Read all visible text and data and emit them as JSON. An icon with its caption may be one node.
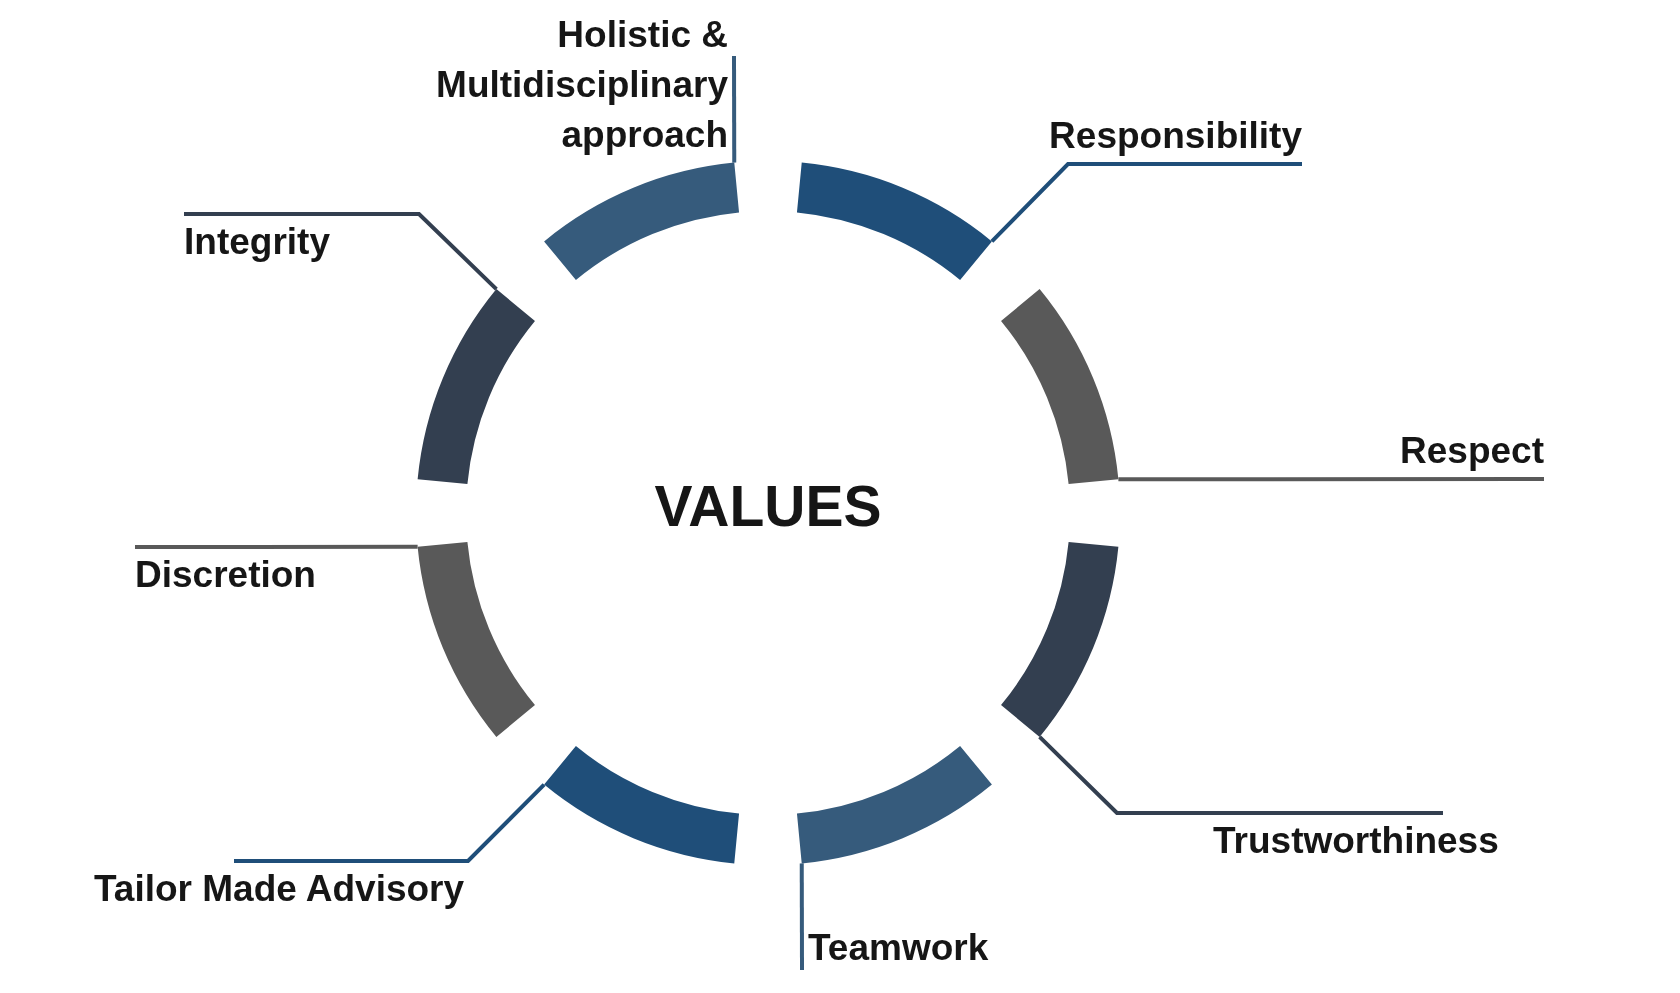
{
  "diagram": {
    "title": "VALUES",
    "nodes": [
      {
        "text": [
          "Holistic & Multidisciplinary approach"
        ]
      },
      {
        "text": [
          "Responsibility"
        ]
      },
      {
        "text": [
          "Integrity"
        ]
      },
      {
        "text": [
          "Respect"
        ]
      },
      {
        "text": [
          "Discretion"
        ]
      },
      {
        "text": [
          "Trustworthiness"
        ]
      },
      {
        "text": [
          "Tailor Made Advisory"
        ]
      },
      {
        "text": [
          "Teamwork"
        ]
      },
      {
        "text": [],
        "shape": "arc"
      },
      {
        "text": [],
        "shape": "arc"
      },
      {
        "text": [],
        "shape": "arc"
      },
      {
        "text": [],
        "shape": "arc"
      },
      {
        "text": [],
        "shape": "arc"
      },
      {
        "text": [],
        "shape": "arc"
      },
      {
        "text": [],
        "shape": "arc"
      },
      {
        "text": [],
        "shape": "arc"
      }
    ],
    "edges": [
      {
        "from": 0,
        "to": 8,
        "arrow": "none",
        "color": "#365b7c"
      },
      {
        "from": 1,
        "to": 9,
        "arrow": "none",
        "color": "#1f4e79"
      },
      {
        "from": 2,
        "to": 10,
        "arrow": "none",
        "color": "#333f50"
      },
      {
        "from": 3,
        "to": 11,
        "arrow": "none",
        "color": "#595959"
      },
      {
        "from": 4,
        "to": 12,
        "arrow": "none",
        "color": "#595959"
      },
      {
        "from": 5,
        "to": 13,
        "arrow": "none",
        "color": "#333f50"
      },
      {
        "from": 6,
        "to": 14,
        "arrow": "none",
        "color": "#1f4e79"
      },
      {
        "from": 7,
        "to": 15,
        "arrow": "none",
        "color": "#365b7c"
      }
    ]
  }
}
